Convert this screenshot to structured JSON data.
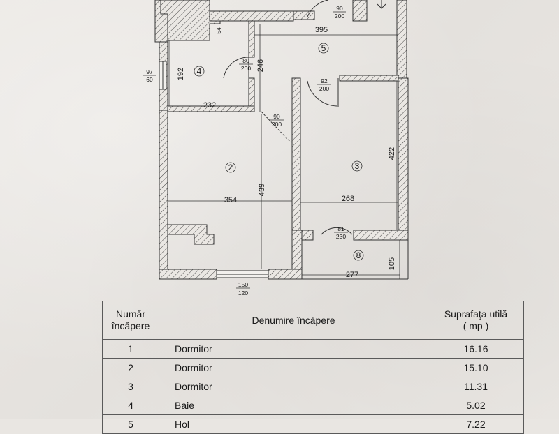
{
  "plan": {
    "dimensions": {
      "hall_width": "395",
      "hall_height": "246",
      "bath_width": "232",
      "bath_height": "192",
      "bath_niche": "54",
      "room2_width": "354",
      "room2_height": "439",
      "room3_width": "268",
      "room3_height": "422",
      "balcony_width": "277",
      "balcony_depth": "105"
    },
    "doors": {
      "entry": {
        "num": "90",
        "den": "200"
      },
      "bath": {
        "num": "80",
        "den": "200"
      },
      "room2": {
        "num": "90",
        "den": "200"
      },
      "room3": {
        "num": "92",
        "den": "200"
      },
      "balcony": {
        "num": "81",
        "den": "230"
      }
    },
    "windows": {
      "bath": {
        "num": "97",
        "den": "60"
      },
      "room2": {
        "num": "150",
        "den": "120"
      }
    },
    "room_labels": [
      "2",
      "3",
      "4",
      "5",
      "8"
    ]
  },
  "table": {
    "headers": {
      "col1_line1": "Număr",
      "col1_line2": "încăpere",
      "col2": "Denumire încăpere",
      "col3_line1": "Suprafaţa utilă",
      "col3_line2": "( mp )"
    },
    "rows": [
      {
        "num": "1",
        "name": "Dormitor",
        "area": "16.16"
      },
      {
        "num": "2",
        "name": "Dormitor",
        "area": "15.10"
      },
      {
        "num": "3",
        "name": "Dormitor",
        "area": "11.31"
      },
      {
        "num": "4",
        "name": "Baie",
        "area": "5.02"
      },
      {
        "num": "5",
        "name": "Hol",
        "area": "7.22"
      }
    ]
  }
}
